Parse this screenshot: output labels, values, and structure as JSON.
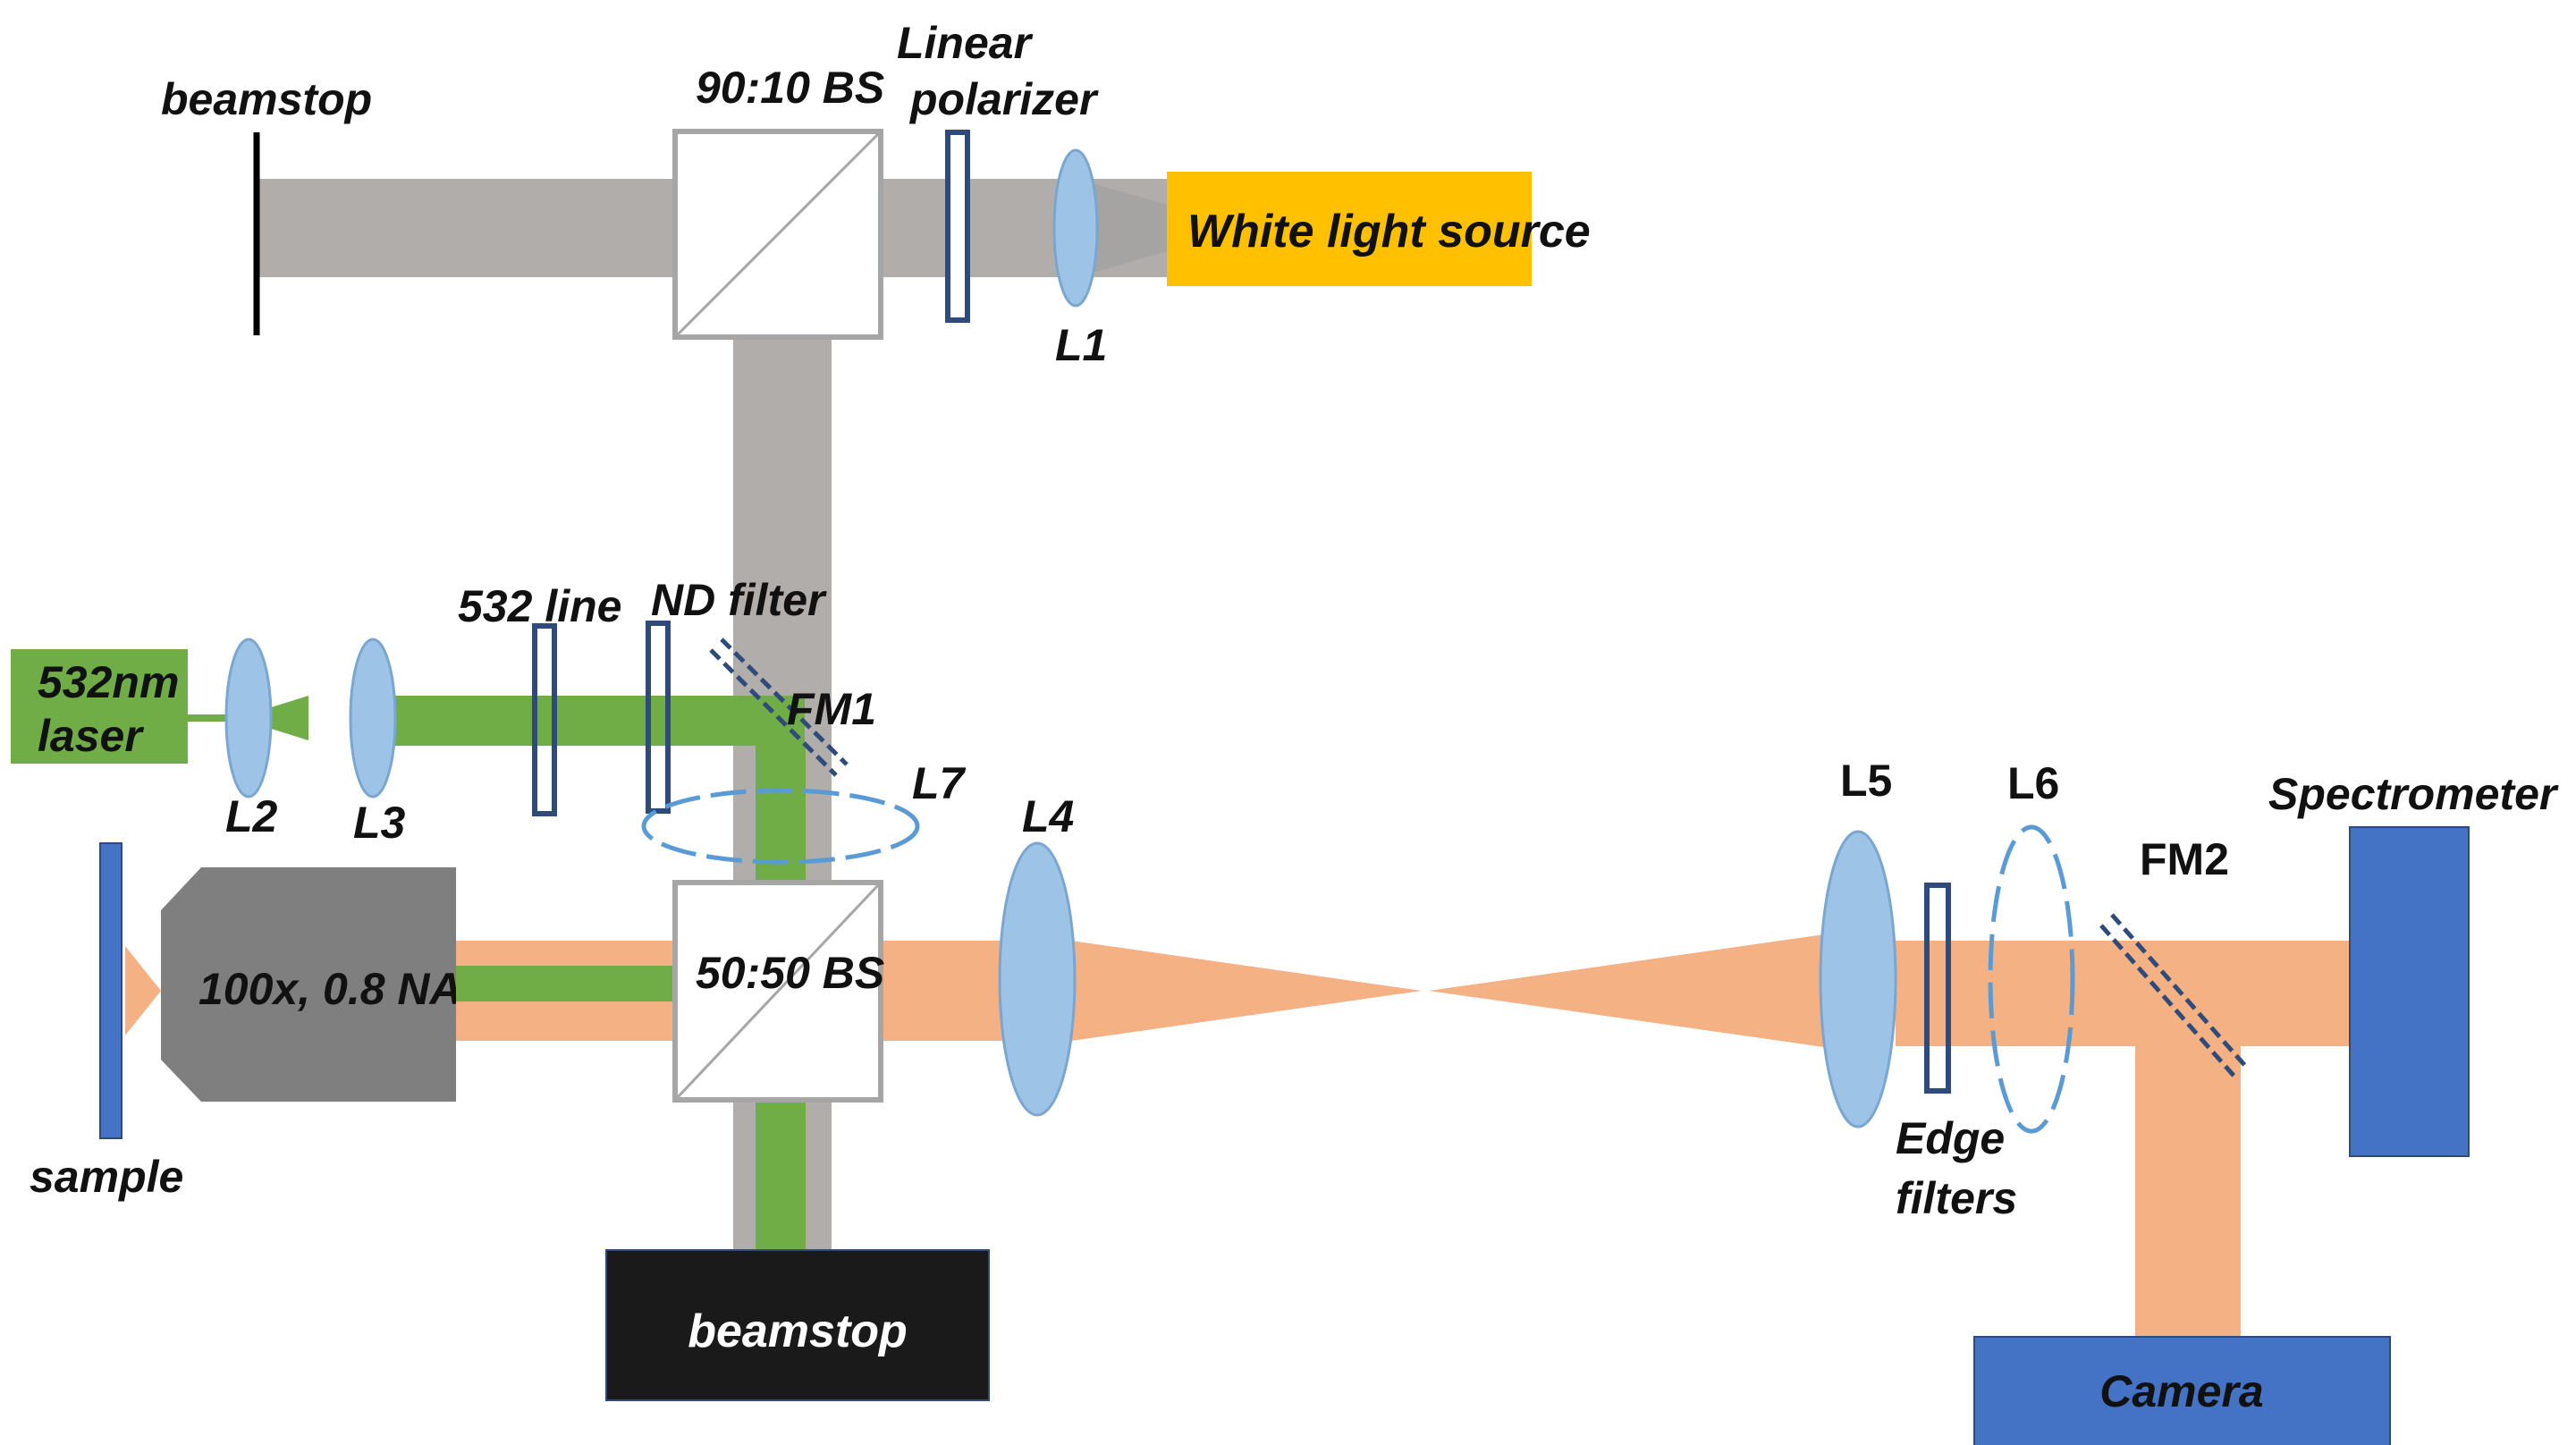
{
  "labels": {
    "beamstop_top": "beamstop",
    "bs_9010": "90:10 BS",
    "linear_polarizer_1": "Linear",
    "linear_polarizer_2": "polarizer",
    "white_light_source": "White light source",
    "l1": "L1",
    "line_532": "532 line",
    "nd_filter": "ND filter",
    "laser_1": "532nm",
    "laser_2": "laser",
    "fm1": "FM1",
    "l2": "L2",
    "l3": "L3",
    "l7": "L7",
    "l4": "L4",
    "objective": "100x, 0.8 NA",
    "bs_5050": "50:50 BS",
    "sample": "sample",
    "beamstop_bottom": "beamstop",
    "l5": "L5",
    "l6": "L6",
    "fm2": "FM2",
    "spectrometer": "Spectrometer",
    "edge_filters_1": "Edge",
    "edge_filters_2": "filters",
    "camera": "Camera"
  },
  "colors": {
    "white_light_beam": "#b0adab",
    "laser_beam": "#70ad47",
    "signal_beam": "#f4b183",
    "lens": "#9dc3e6",
    "component_blue": "#4472c4",
    "filter_outline": "#2f4b7c",
    "source_yellow": "#ffc000",
    "objective_gray": "#7f7f7f",
    "beamstop_black": "#1a1a1a"
  }
}
